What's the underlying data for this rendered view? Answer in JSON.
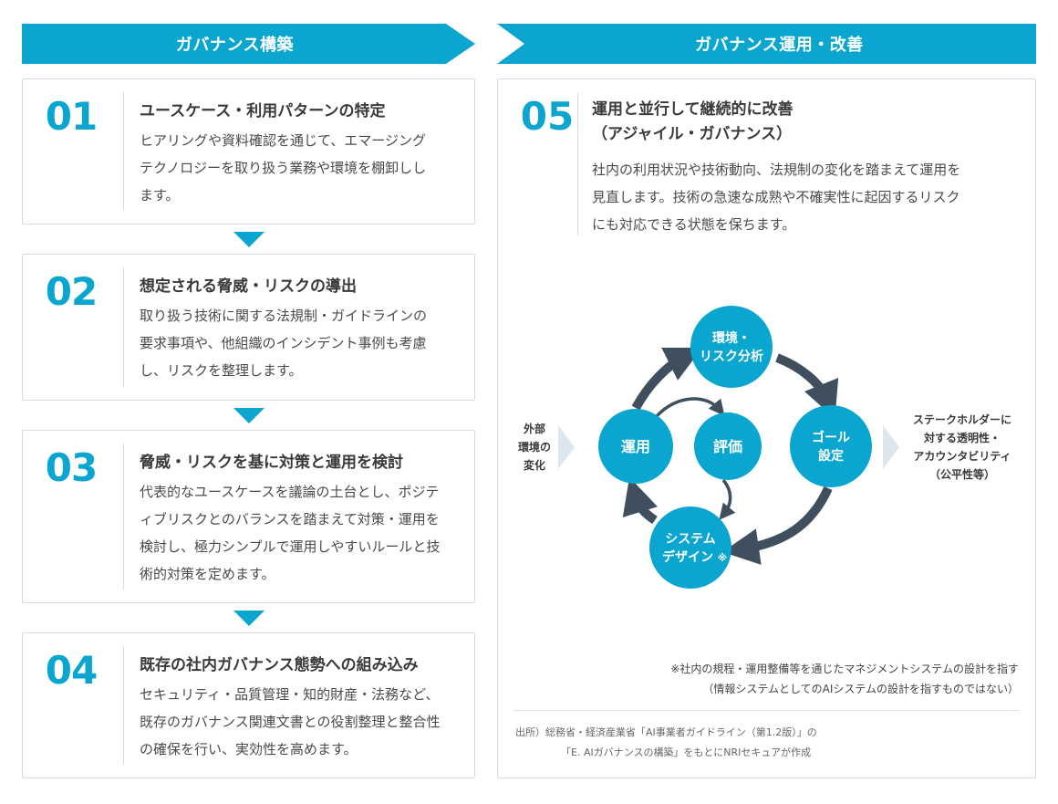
{
  "banners": {
    "left": "ガバナンス構築",
    "right": "ガバナンス運用・改善"
  },
  "steps": [
    {
      "num": "01",
      "title": "ユースケース・利用パターンの特定",
      "lines": [
        "ヒアリングや資料確認を通じて、エマージング",
        "テクノロジーを取り扱う業務や環境を棚卸しし",
        "ます。"
      ]
    },
    {
      "num": "02",
      "title": "想定される脅威・リスクの導出",
      "lines": [
        "取り扱う技術に関する法規制・ガイドラインの",
        "要求事項や、他組織のインシデント事例も考慮",
        "し、リスクを整理します。"
      ]
    },
    {
      "num": "03",
      "title": "脅威・リスクを基に対策と運用を検討",
      "lines": [
        "代表的なユースケースを議論の土台とし、ポジテ",
        "ィブリスクとのバランスを踏まえて対策・運用を",
        "検討し、極力シンプルで運用しやすいルールと技",
        "術的対策を定めます。"
      ]
    },
    {
      "num": "04",
      "title": "既存の社内ガバナンス態勢への組み込み",
      "lines": [
        "セキュリティ・品質管理・知的財産・法務など、",
        "既存のガバナンス関連文書との役割整理と整合性",
        "の確保を行い、実効性を高めます。"
      ]
    }
  ],
  "step5": {
    "num": "05",
    "title_lines": [
      "運用と並行して継続的に改善",
      "（アジャイル・ガバナンス）"
    ],
    "lines": [
      "社内の利用状況や技術動向、法規制の変化を踏まえて運用を",
      "見直します。技術の急速な成熟や不確実性に起因するリスク",
      "にも対応できる状態を保ちます。"
    ]
  },
  "cycle": {
    "nodes": {
      "env": [
        "環境・",
        "リスク分析"
      ],
      "goal": [
        "ゴール",
        "設定"
      ],
      "system": [
        "システム",
        "デザイン"
      ],
      "system_mark": "※",
      "ops": [
        "運用"
      ],
      "eval": [
        "評価"
      ]
    },
    "external": [
      "外部",
      "環境の",
      "変化"
    ],
    "stakeholders": [
      "ステークホルダーに",
      "対する透明性・",
      "アカウンタビリティ",
      "（公平性等）"
    ],
    "colors": {
      "node": "#0aa6cf",
      "arrow": "#3f4f5d",
      "chevron": "#dde6ed"
    }
  },
  "note": [
    "※社内の規程・運用整備等を通じたマネジメントシステムの設計を指す",
    "（情報システムとしてのAIシステムの設計を指すものではない）"
  ],
  "source": [
    "出所）総務省・経済産業省「AI事業者ガイドライン（第1.2版）」の",
    "「E. AIガバナンスの構築」をもとにNRIセキュアが作成"
  ],
  "colors": {
    "accent": "#0aa6cf",
    "border": "#d6dde2"
  }
}
